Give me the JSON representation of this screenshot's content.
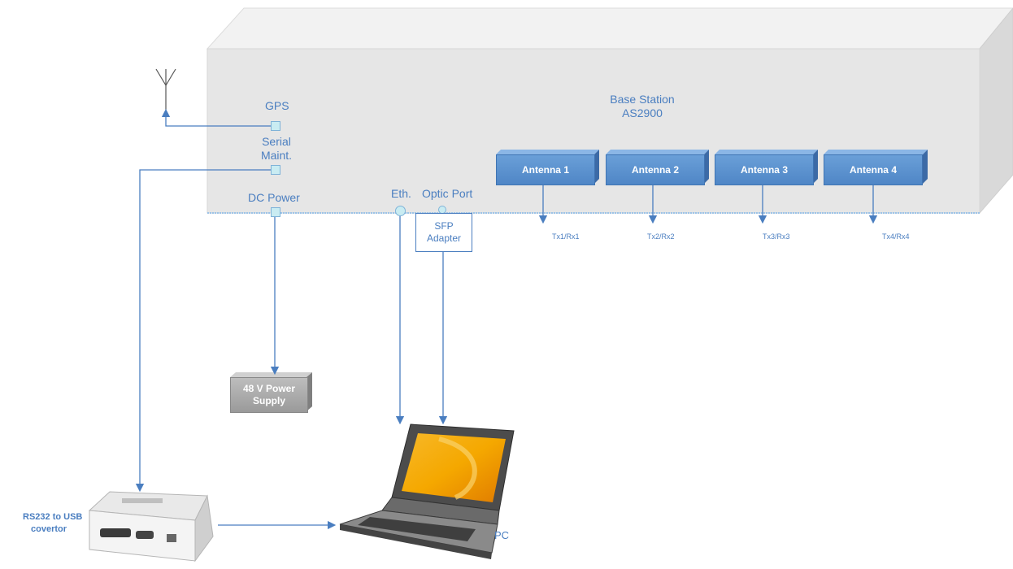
{
  "base_station": {
    "title_line1": "Base Station",
    "title_line2": "AS2900"
  },
  "ports": {
    "gps": "GPS",
    "serial_line1": "Serial",
    "serial_line2": "Maint.",
    "dc_power": "DC Power",
    "eth": "Eth.",
    "optic_port": "Optic Port"
  },
  "sfp": {
    "line1": "SFP",
    "line2": "Adapter"
  },
  "antennas": [
    {
      "label": "Antenna 1",
      "txrx": "Tx1/Rx1"
    },
    {
      "label": "Antenna 2",
      "txrx": "Tx2/Rx2"
    },
    {
      "label": "Antenna 3",
      "txrx": "Tx3/Rx3"
    },
    {
      "label": "Antenna 4",
      "txrx": "Tx4/Rx4"
    }
  ],
  "power_supply": {
    "line1": "48 V Power",
    "line2": "Supply"
  },
  "converter": {
    "line1": "RS232 to USB",
    "line2": "covertor"
  },
  "pc": {
    "label": "PC"
  },
  "colors": {
    "accent": "#4a7ec0",
    "box_front": "#e6e6e6",
    "box_top": "#f2f2f2",
    "box_side": "#d9d9d9"
  }
}
